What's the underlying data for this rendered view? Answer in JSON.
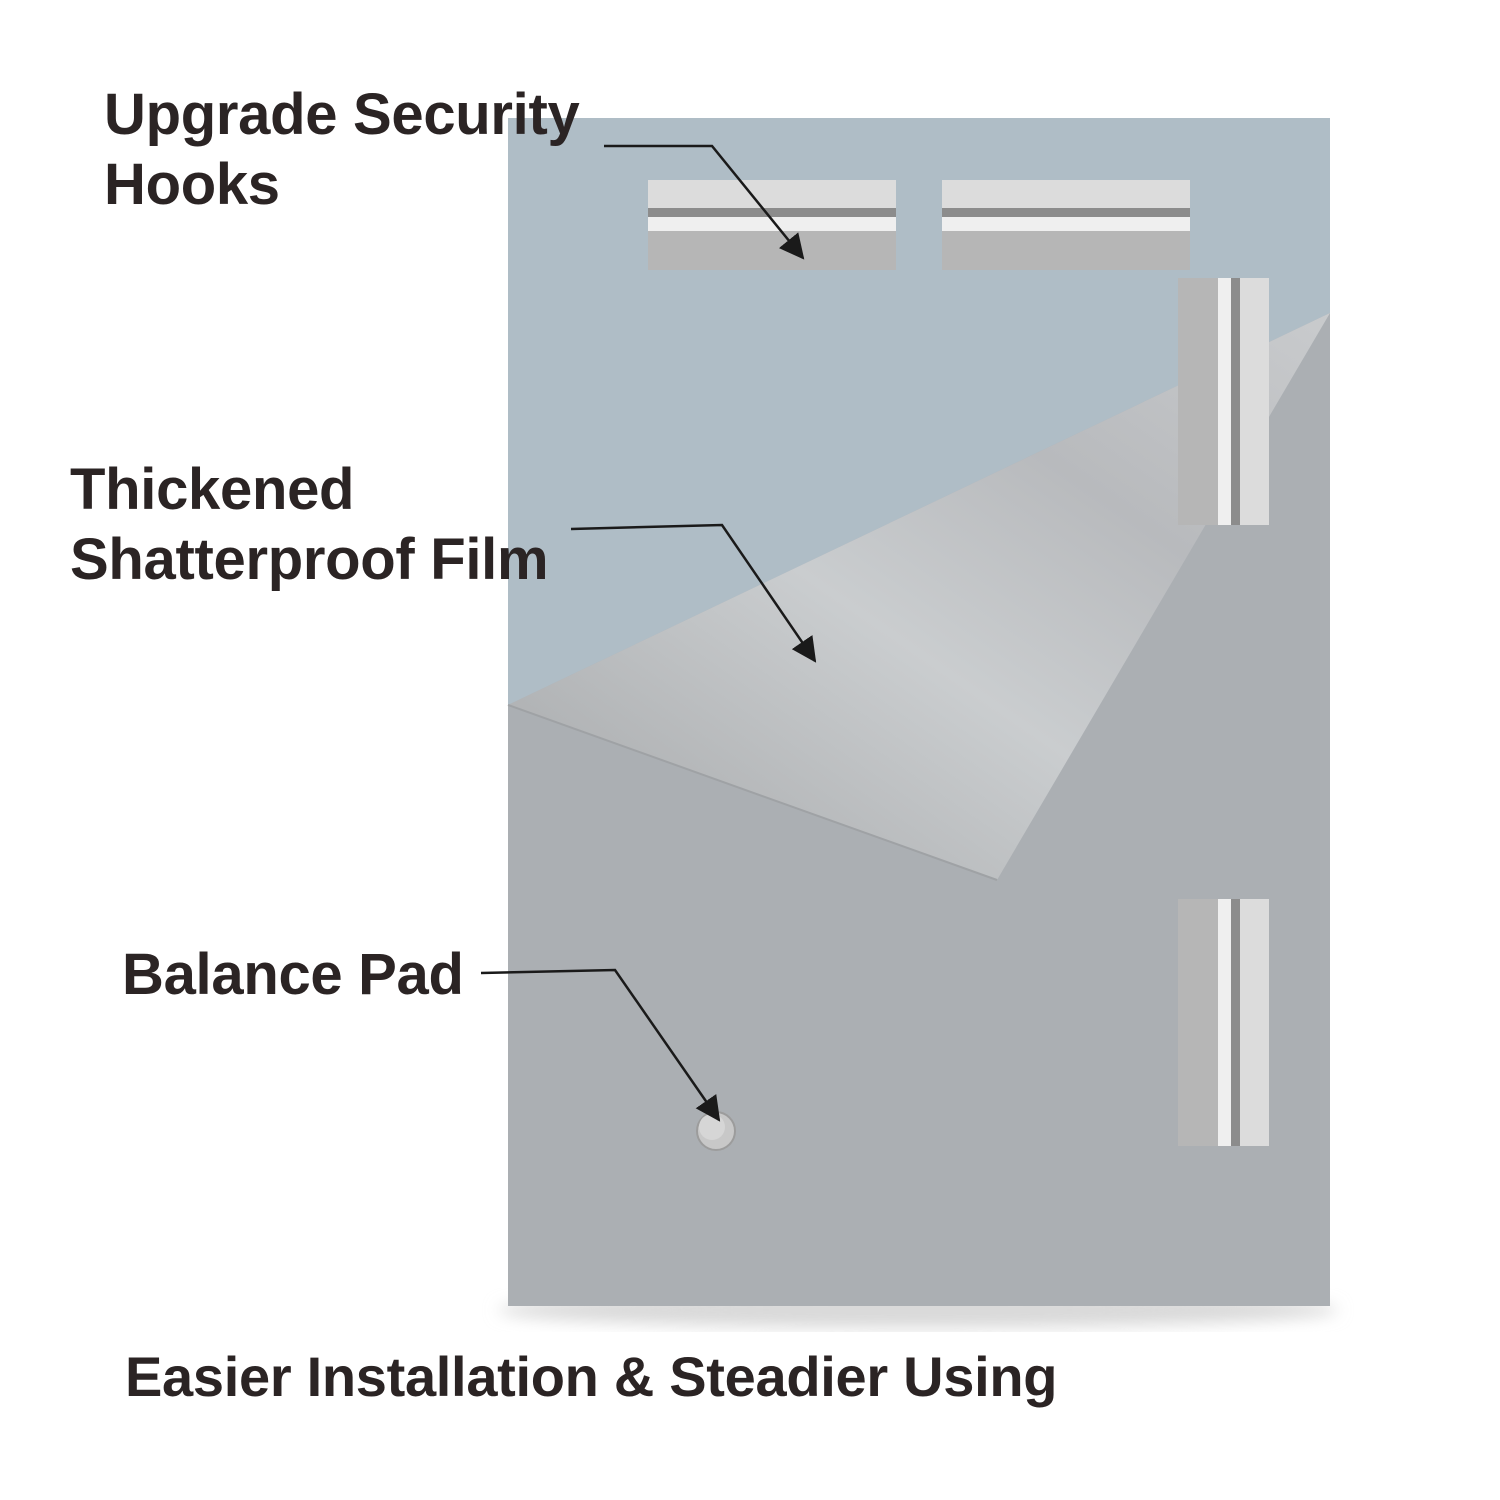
{
  "labels": {
    "hooks_line1": "Upgrade Security",
    "hooks_line2": "Hooks",
    "film_line1": "Thickened",
    "film_line2": "Shatterproof Film",
    "pad": "Balance Pad"
  },
  "caption": "Easier Installation & Steadier Using",
  "colors": {
    "background": "#ffffff",
    "mirror_top": "#afbdc6",
    "mirror_bottom": "#abafb3",
    "hook_light": "#dcdcdc",
    "hook_dark": "#b6b6b6",
    "hook_stripe": "#8c8c8c",
    "text": "#2b2424",
    "leader": "#1a1a1a"
  }
}
